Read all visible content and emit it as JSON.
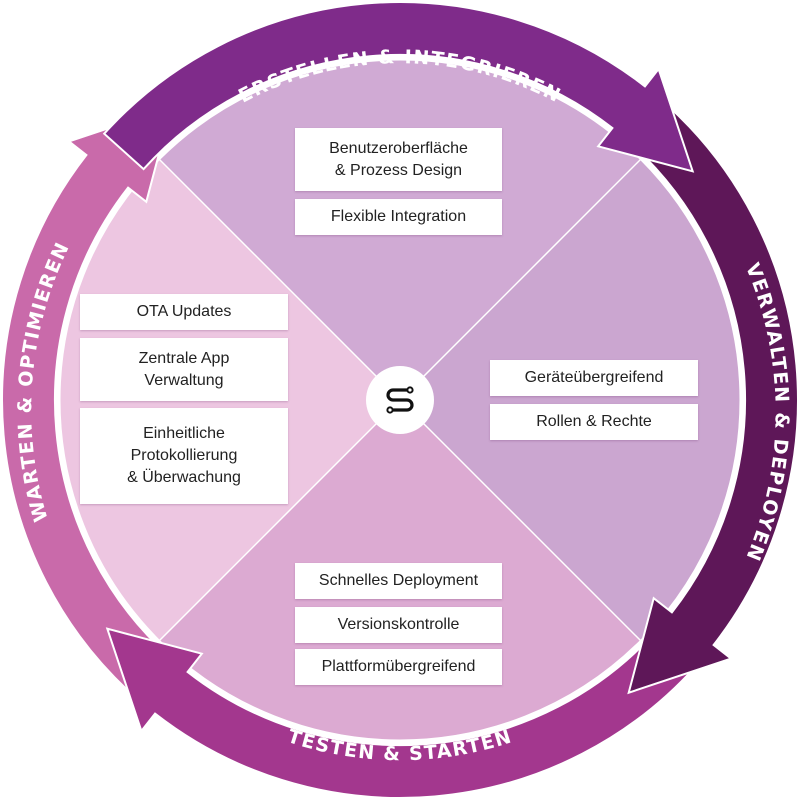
{
  "diagram": {
    "title": "App lifecycle cycle",
    "colors": {
      "arrow_top": "#7f2b8a",
      "arrow_right": "#5e1758",
      "arrow_bottom": "#a3378e",
      "arrow_left": "#c96aaa",
      "quadrant_top": "#d0aad4",
      "quadrant_right": "#cba6d0",
      "quadrant_bottom": "#dcaad2",
      "quadrant_left": "#edc6e1"
    },
    "phases": [
      {
        "id": "top",
        "label": "ERSTELLEN & INTEGRIEREN"
      },
      {
        "id": "right",
        "label": "VERWALTEN & DEPLOYEN"
      },
      {
        "id": "bottom",
        "label": "TESTEN & STARTEN"
      },
      {
        "id": "left",
        "label": "WARTEN & OPTIMIEREN"
      }
    ],
    "hub_icon": "workflow-s-icon",
    "quadrants": {
      "top": [
        "Benutzeroberfläche\n& Prozess Design",
        "Flexible Integration"
      ],
      "right": [
        "Geräteübergreifend",
        "Rollen & Rechte"
      ],
      "bottom": [
        "Schnelles Deployment",
        "Versionskontrolle",
        "Plattformübergreifend"
      ],
      "left": [
        "OTA Updates",
        "Zentrale App\nVerwaltung",
        "Einheitliche\nProtokollierung\n& Überwachung"
      ]
    }
  }
}
